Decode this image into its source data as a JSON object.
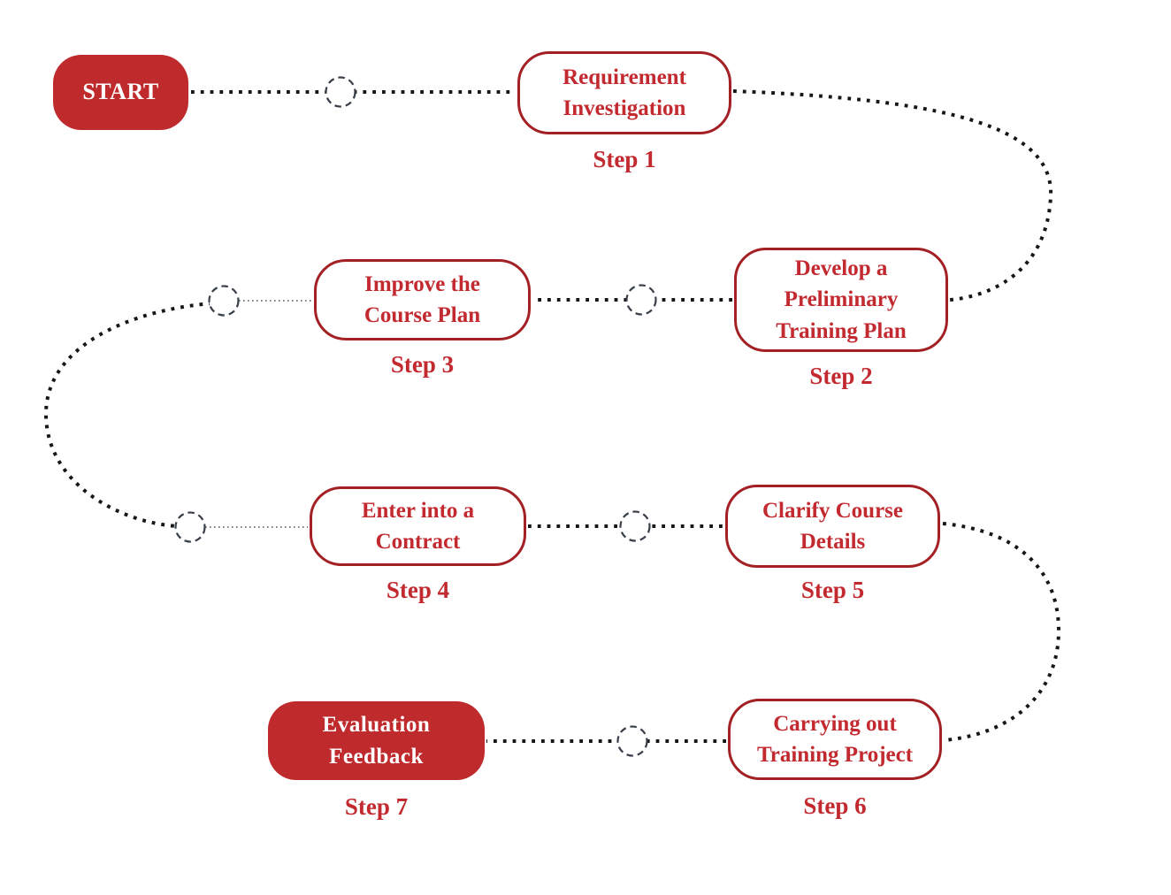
{
  "colors": {
    "node_fill_red": "#bf2b2d",
    "node_border_red": "#a32024",
    "node_text_red": "#c22a30",
    "connector_dot_black": "#161616",
    "junction_circle_gray": "#39404a"
  },
  "nodes": [
    {
      "label": "START",
      "step": null,
      "variant": "filled"
    },
    {
      "label": "Requirement\nInvestigation",
      "step": "Step 1",
      "variant": "outline"
    },
    {
      "label": "Develop a\nPreliminary\nTraining Plan",
      "step": "Step 2",
      "variant": "outline"
    },
    {
      "label": "Improve the\nCourse Plan",
      "step": "Step 3",
      "variant": "outline"
    },
    {
      "label": "Enter into a\nContract",
      "step": "Step 4",
      "variant": "outline"
    },
    {
      "label": "Clarify Course\nDetails",
      "step": "Step 5",
      "variant": "outline"
    },
    {
      "label": "Carrying out\nTraining Project",
      "step": "Step 6",
      "variant": "outline"
    },
    {
      "label": "Evaluation\nFeedback",
      "step": "Step 7",
      "variant": "filled"
    }
  ],
  "flow_order": [
    "START",
    "Step 1",
    "Step 2",
    "Step 3",
    "Step 4",
    "Step 5",
    "Step 6",
    "Step 7"
  ]
}
